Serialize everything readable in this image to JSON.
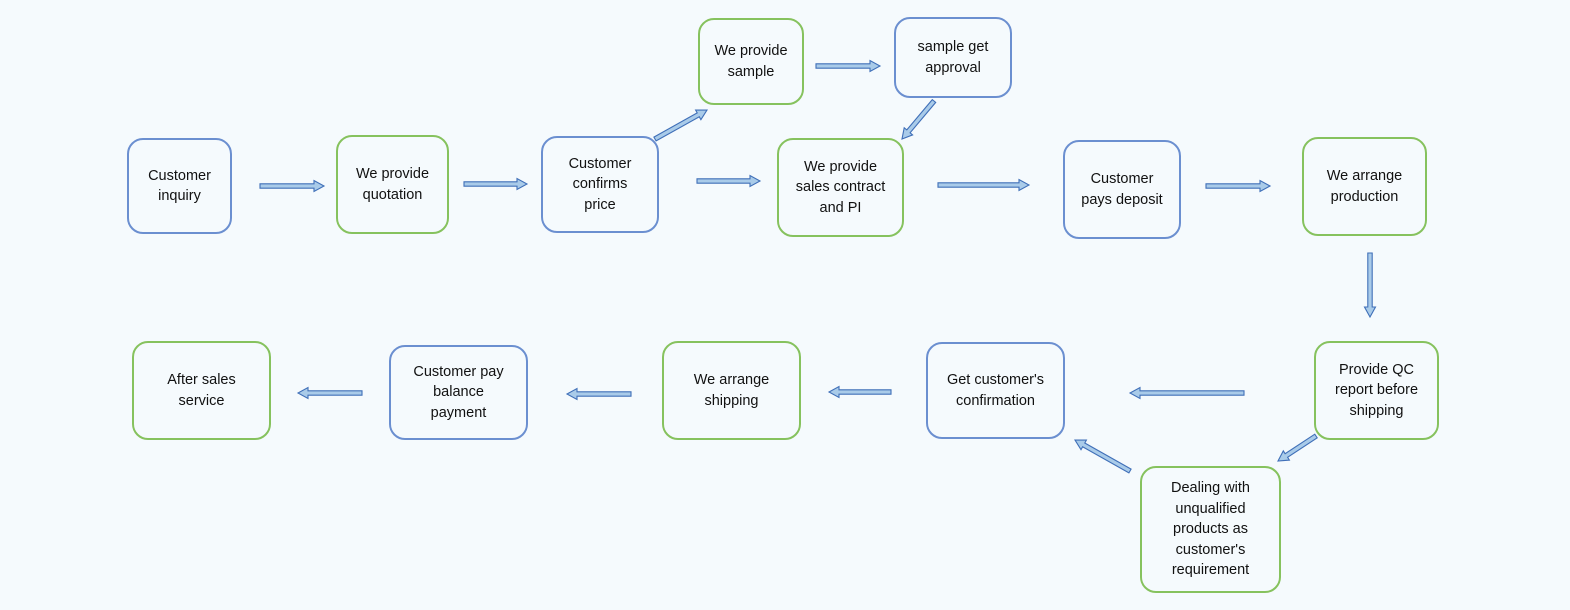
{
  "colors": {
    "blue_border": "#6b8fd0",
    "green_border": "#86c25e",
    "arrow_fill": "#a9cbe9",
    "arrow_stroke": "#3f6fb8",
    "background": "#f5fafd"
  },
  "nodes": [
    {
      "id": "customer-inquiry",
      "text": "Customer\ninquiry",
      "color": "blue"
    },
    {
      "id": "we-provide-quotation",
      "text": "We provide\nquotation",
      "color": "green"
    },
    {
      "id": "customer-confirms-price",
      "text": "Customer\nconfirms\nprice",
      "color": "blue"
    },
    {
      "id": "we-provide-sample",
      "text": "We provide\nsample",
      "color": "green"
    },
    {
      "id": "sample-get-approval",
      "text": "sample get\napproval",
      "color": "blue"
    },
    {
      "id": "we-provide-sales-contract",
      "text": "We provide\nsales contract\nand PI",
      "color": "green"
    },
    {
      "id": "customer-pays-deposit",
      "text": "Customer\npays deposit",
      "color": "blue"
    },
    {
      "id": "we-arrange-production",
      "text": "We arrange\nproduction",
      "color": "green"
    },
    {
      "id": "provide-qc-report",
      "text": "Provide QC\nreport before\nshipping",
      "color": "green"
    },
    {
      "id": "dealing-with-unqualified",
      "text": "Dealing with\nunqualified\nproducts as\ncustomer's\nrequirement",
      "color": "green"
    },
    {
      "id": "get-customers-confirmation",
      "text": "Get customer's\nconfirmation",
      "color": "blue"
    },
    {
      "id": "we-arrange-shipping",
      "text": "We arrange\nshipping",
      "color": "green"
    },
    {
      "id": "customer-pay-balance",
      "text": "Customer pay\nbalance\npayment",
      "color": "blue"
    },
    {
      "id": "after-sales-service",
      "text": "After sales\nservice",
      "color": "green"
    }
  ],
  "edges": [
    {
      "from": "customer-inquiry",
      "to": "we-provide-quotation"
    },
    {
      "from": "we-provide-quotation",
      "to": "customer-confirms-price"
    },
    {
      "from": "customer-confirms-price",
      "to": "we-provide-sample"
    },
    {
      "from": "we-provide-sample",
      "to": "sample-get-approval"
    },
    {
      "from": "sample-get-approval",
      "to": "we-provide-sales-contract"
    },
    {
      "from": "customer-confirms-price",
      "to": "we-provide-sales-contract"
    },
    {
      "from": "we-provide-sales-contract",
      "to": "customer-pays-deposit"
    },
    {
      "from": "customer-pays-deposit",
      "to": "we-arrange-production"
    },
    {
      "from": "we-arrange-production",
      "to": "provide-qc-report"
    },
    {
      "from": "provide-qc-report",
      "to": "get-customers-confirmation"
    },
    {
      "from": "provide-qc-report",
      "to": "dealing-with-unqualified"
    },
    {
      "from": "dealing-with-unqualified",
      "to": "get-customers-confirmation"
    },
    {
      "from": "get-customers-confirmation",
      "to": "we-arrange-shipping"
    },
    {
      "from": "we-arrange-shipping",
      "to": "customer-pay-balance"
    },
    {
      "from": "customer-pay-balance",
      "to": "after-sales-service"
    }
  ]
}
